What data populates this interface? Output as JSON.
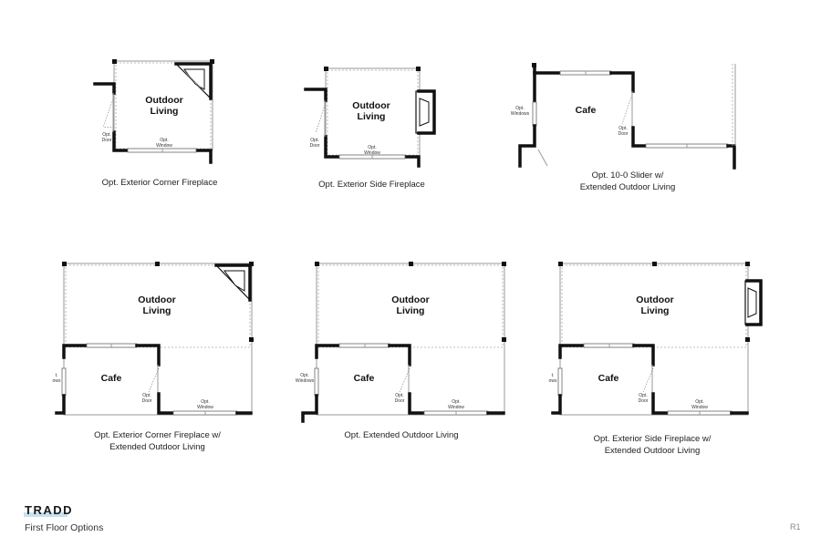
{
  "plans": [
    {
      "caption": [
        "Opt. Exterior Corner Fireplace"
      ],
      "room": [
        "Outdoor",
        "Living"
      ],
      "door_label": [
        "Opt.",
        "Door"
      ],
      "window_label": [
        "Opt.",
        "Window"
      ]
    },
    {
      "caption": [
        "Opt. Exterior Side Fireplace"
      ],
      "room": [
        "Outdoor",
        "Living"
      ],
      "door_label": [
        "Opt.",
        "Door"
      ],
      "window_label": [
        "Opt.",
        "Window"
      ]
    },
    {
      "caption": [
        "Opt. 10-0 Slider w/",
        "Extended Outdoor Living"
      ],
      "room": [
        "Cafe"
      ],
      "windows_label": [
        "Opt.",
        "Windows"
      ],
      "door_label": [
        "Opt.",
        "Door"
      ]
    },
    {
      "caption": [
        "Opt. Exterior Corner Fireplace w/",
        "Extended Outdoor Living"
      ],
      "room_top": [
        "Outdoor",
        "Living"
      ],
      "room_bottom": [
        "Cafe"
      ],
      "windows_label": [
        "t.",
        "ows"
      ],
      "door_label": [
        "Opt.",
        "Door"
      ],
      "window_label": [
        "Opt.",
        "Window"
      ]
    },
    {
      "caption": [
        "Opt. Extended Outdoor Living"
      ],
      "room_top": [
        "Outdoor",
        "Living"
      ],
      "room_bottom": [
        "Cafe"
      ],
      "windows_label": [
        "Opt.",
        "Windows"
      ],
      "door_label": [
        "Opt.",
        "Door"
      ],
      "window_label": [
        "Opt.",
        "Window"
      ]
    },
    {
      "caption": [
        "Opt. Exterior Side Fireplace w/",
        "Extended Outdoor Living"
      ],
      "room_top": [
        "Outdoor",
        "Living"
      ],
      "room_bottom": [
        "Cafe"
      ],
      "windows_label": [
        "t.",
        "ows"
      ],
      "door_label": [
        "Opt.",
        "Door"
      ],
      "window_label": [
        "Opt.",
        "Window"
      ]
    }
  ],
  "footer": {
    "brand": "TRADD",
    "subtitle": "First Floor Options",
    "page": "R1"
  },
  "colors": {
    "wall": "#111111",
    "thin_line": "#9a9a9a",
    "brand_accent": "#c6e2ee"
  }
}
